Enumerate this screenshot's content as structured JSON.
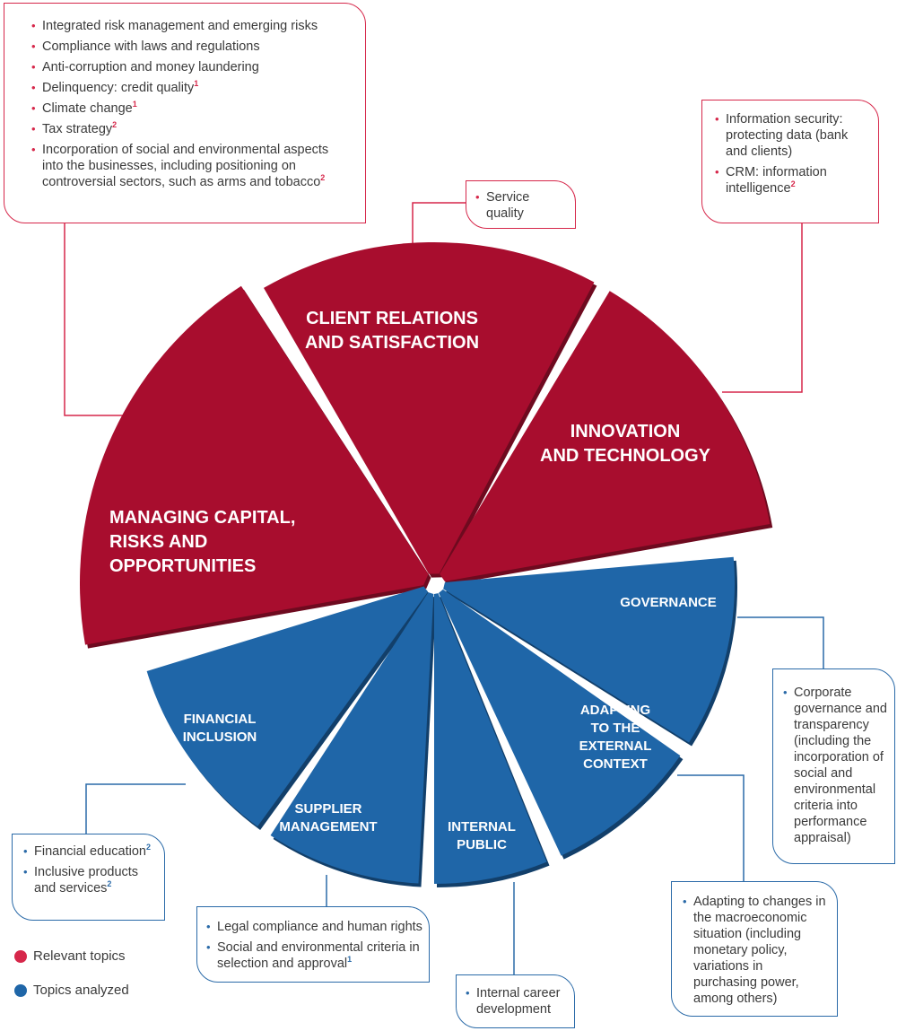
{
  "colors": {
    "relevant": "#a80d2e",
    "relevant_shadow": "#6e0a1f",
    "analyzed": "#1f66a8",
    "analyzed_shadow": "#123f6a",
    "red_border": "#d6274a",
    "blue_border": "#2a6aa8"
  },
  "segments": {
    "client": [
      "CLIENT RELATIONS",
      "AND SATISFACTION"
    ],
    "innovation": [
      "INNOVATION",
      "AND TECHNOLOGY"
    ],
    "managing": [
      "MANAGING CAPITAL,",
      "RISKS AND",
      "OPPORTUNITIES"
    ],
    "governance": [
      "GOVERNANCE"
    ],
    "adapting": [
      "ADAPTING",
      "TO THE",
      "EXTERNAL",
      "CONTEXT"
    ],
    "internal": [
      "INTERNAL",
      "PUBLIC"
    ],
    "supplier": [
      "SUPPLIER",
      "MANAGEMENT"
    ],
    "financial": [
      "FINANCIAL",
      "INCLUSION"
    ]
  },
  "boxes": {
    "managing": {
      "items": [
        {
          "text": "Integrated risk management and emerging risks",
          "sup": ""
        },
        {
          "text": "Compliance with laws and regulations",
          "sup": ""
        },
        {
          "text": "Anti-corruption and money laundering",
          "sup": ""
        },
        {
          "text": "Delinquency: credit quality",
          "sup": "1"
        },
        {
          "text": "Climate change",
          "sup": "1"
        },
        {
          "text": "Tax strategy",
          "sup": "2"
        },
        {
          "text": "Incorporation of social and environmental aspects into the businesses, including positioning on controversial sectors, such as arms and tobacco",
          "sup": "2"
        }
      ]
    },
    "client": {
      "items": [
        {
          "text": "Service quality",
          "sup": ""
        }
      ]
    },
    "innovation": {
      "items": [
        {
          "text": "Information security: protecting data (bank and clients)",
          "sup": ""
        },
        {
          "text": "CRM: information intelligence",
          "sup": "2"
        }
      ]
    },
    "governance": {
      "items": [
        {
          "text": "Corporate governance and transparency (including the incorporation of social and environmental criteria into performance appraisal)",
          "sup": ""
        }
      ]
    },
    "adapting": {
      "items": [
        {
          "text": "Adapting to changes in the macroeconomic situation (including monetary policy, variations in purchasing power, among others)",
          "sup": ""
        }
      ]
    },
    "internal": {
      "items": [
        {
          "text": "Internal career development",
          "sup": ""
        }
      ]
    },
    "supplier": {
      "items": [
        {
          "text": "Legal compliance and human rights",
          "sup": ""
        },
        {
          "text": "Social and environmental criteria in selection and approval",
          "sup": "1"
        }
      ]
    },
    "financial": {
      "items": [
        {
          "text": "Financial education",
          "sup": "2"
        },
        {
          "text": "Inclusive products and services",
          "sup": "2"
        }
      ]
    }
  },
  "legend": {
    "relevant": "Relevant topics",
    "analyzed": "Topics analyzed"
  }
}
